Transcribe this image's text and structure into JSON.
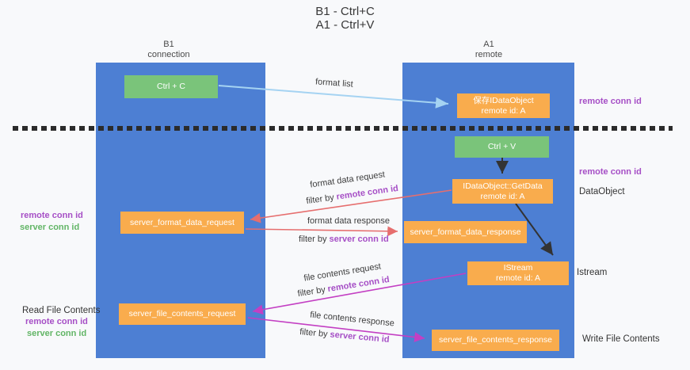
{
  "title": {
    "line1": "B1 - Ctrl+C",
    "line2": "A1 - Ctrl+V"
  },
  "lifelines": {
    "b1": {
      "title": "B1",
      "subtitle": "connection"
    },
    "a1": {
      "title": "A1",
      "subtitle": "remote"
    }
  },
  "nodes": {
    "ctrl_c": "Ctrl + C",
    "save_idataobject": {
      "line1": "保存IDataObject",
      "line2": "remote id: A"
    },
    "ctrl_v": "Ctrl + V",
    "getdata": {
      "line1": "IDataObject::GetData",
      "line2": "remote id: A"
    },
    "server_format_data_request": "server_format_data_request",
    "server_format_data_response": "server_format_data_response",
    "istream": {
      "line1": "IStream",
      "line2": "remote id: A"
    },
    "server_file_contents_request": "server_file_contents_request",
    "server_file_contents_response": "server_file_contents_response"
  },
  "annotations": {
    "right_remote_conn_id_1": "remote conn id",
    "right_remote_conn_id_2": "remote conn id",
    "dataobject": "DataObject",
    "istream_label": "Istream",
    "write_file_contents": "Write File Contents",
    "left_remote_conn_id_1": "remote conn id",
    "left_server_conn_id_1": "server conn id",
    "read_file_contents": "Read File Contents",
    "left_remote_conn_id_2": "remote conn id",
    "left_server_conn_id_2": "server conn id"
  },
  "arrows": {
    "format_list": {
      "label": "format list"
    },
    "format_data_request": {
      "label": "format data request",
      "filter_prefix": "filter by",
      "filter_key": "remote conn id"
    },
    "format_data_response": {
      "label": "format data response",
      "filter_prefix": "filter by",
      "filter_key": "server conn id"
    },
    "file_contents_request": {
      "label": "file contents request",
      "filter_prefix": "filter by",
      "filter_key": "remote conn id"
    },
    "file_contents_response": {
      "label": "file contents response",
      "filter_prefix": "filter by",
      "filter_key": "server conn id"
    }
  },
  "colors": {
    "lifeline_blue": "#4d7fd3",
    "node_green": "#7ac47a",
    "node_orange": "#f9ac4d",
    "arrow_light_blue": "#a5d3f2",
    "arrow_red": "#e66e6e",
    "arrow_magenta": "#c33fc3",
    "arrow_black": "#333333",
    "text_purple": "#a64fc6",
    "text_green": "#62b566"
  }
}
